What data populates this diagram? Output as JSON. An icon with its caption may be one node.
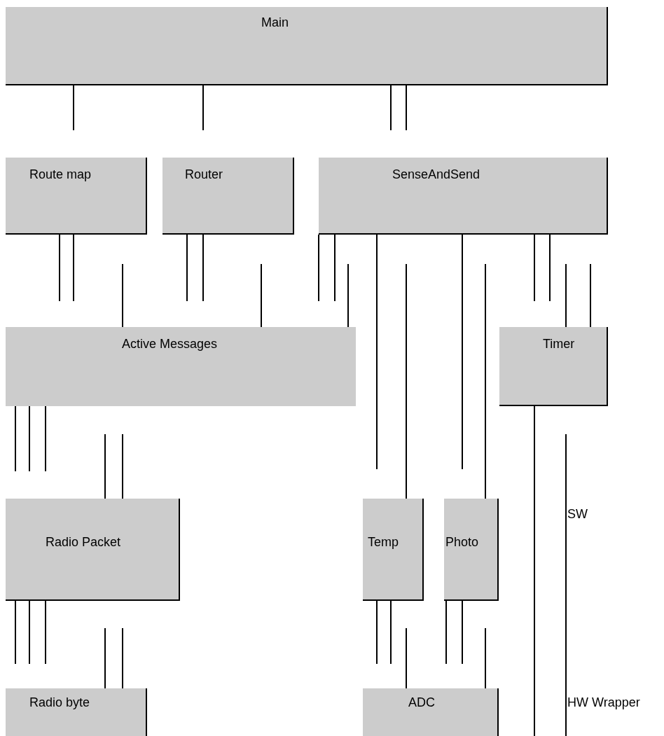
{
  "diagram": {
    "nodes": [
      {
        "text": [
          "Main"
        ]
      },
      {
        "text": [
          "Route map"
        ]
      },
      {
        "text": [
          "Router"
        ]
      },
      {
        "text": [
          "SenseAndSend"
        ]
      },
      {
        "text": [
          "Active Messages"
        ]
      },
      {
        "text": [
          "Timer"
        ]
      },
      {
        "text": [
          "Radio Packet"
        ]
      },
      {
        "text": [
          "Temp"
        ]
      },
      {
        "text": [
          "Photo"
        ]
      },
      {
        "text": [
          "Radio byte"
        ]
      },
      {
        "text": [
          "ADC"
        ]
      }
    ],
    "edges": [
      {
        "from": 0,
        "to": null,
        "arrow": "none"
      },
      {
        "from": 0,
        "to": null,
        "arrow": "none"
      },
      {
        "from": 0,
        "to": null,
        "arrow": "none"
      },
      {
        "from": 0,
        "to": null,
        "arrow": "none"
      },
      {
        "from": 1,
        "to": null,
        "arrow": "none"
      },
      {
        "from": 1,
        "to": null,
        "arrow": "none"
      },
      {
        "from": 2,
        "to": null,
        "arrow": "none"
      },
      {
        "from": 2,
        "to": null,
        "arrow": "none"
      },
      {
        "from": 3,
        "to": null,
        "arrow": "none"
      },
      {
        "from": 3,
        "to": null,
        "arrow": "none"
      },
      {
        "from": 3,
        "to": null,
        "arrow": "none"
      },
      {
        "from": 3,
        "to": null,
        "arrow": "none"
      },
      {
        "from": 3,
        "to": null,
        "arrow": "none"
      },
      {
        "from": 3,
        "to": null,
        "arrow": "none"
      },
      {
        "from": null,
        "to": 4,
        "arrow": "none"
      },
      {
        "from": null,
        "to": 4,
        "arrow": "none"
      },
      {
        "from": null,
        "to": 4,
        "arrow": "none"
      },
      {
        "from": null,
        "to": 7,
        "arrow": "none"
      },
      {
        "from": null,
        "to": 8,
        "arrow": "none"
      },
      {
        "from": null,
        "to": 5,
        "arrow": "none"
      },
      {
        "from": null,
        "to": 5,
        "arrow": "none"
      },
      {
        "from": 4,
        "to": null,
        "arrow": "none"
      },
      {
        "from": 4,
        "to": null,
        "arrow": "none"
      },
      {
        "from": 4,
        "to": null,
        "arrow": "none"
      },
      {
        "from": 5,
        "to": null,
        "arrow": "none"
      },
      {
        "from": null,
        "to": 6,
        "arrow": "none"
      },
      {
        "from": null,
        "to": 6,
        "arrow": "none"
      },
      {
        "from": 6,
        "to": null,
        "arrow": "none"
      },
      {
        "from": 6,
        "to": null,
        "arrow": "none"
      },
      {
        "from": 6,
        "to": null,
        "arrow": "none"
      },
      {
        "from": 7,
        "to": null,
        "arrow": "none"
      },
      {
        "from": 7,
        "to": null,
        "arrow": "none"
      },
      {
        "from": 8,
        "to": null,
        "arrow": "none"
      },
      {
        "from": 8,
        "to": null,
        "arrow": "none"
      },
      {
        "from": null,
        "to": 9,
        "arrow": "none"
      },
      {
        "from": null,
        "to": 9,
        "arrow": "none"
      },
      {
        "from": null,
        "to": 10,
        "arrow": "none"
      },
      {
        "from": null,
        "to": 10,
        "arrow": "none"
      }
    ],
    "labels": [
      "SW",
      "HW Wrapper"
    ]
  }
}
